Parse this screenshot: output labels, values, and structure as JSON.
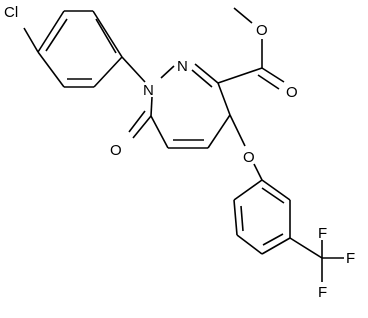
{
  "structure": {
    "atoms": {
      "cl": "Cl",
      "n1": "N",
      "n2": "N",
      "o_ketone": "O",
      "o_ester_single": "O",
      "o_ester_double": "O",
      "o_ether": "O",
      "f_top": "F",
      "f_right": "F",
      "f_bottom": "F"
    }
  }
}
